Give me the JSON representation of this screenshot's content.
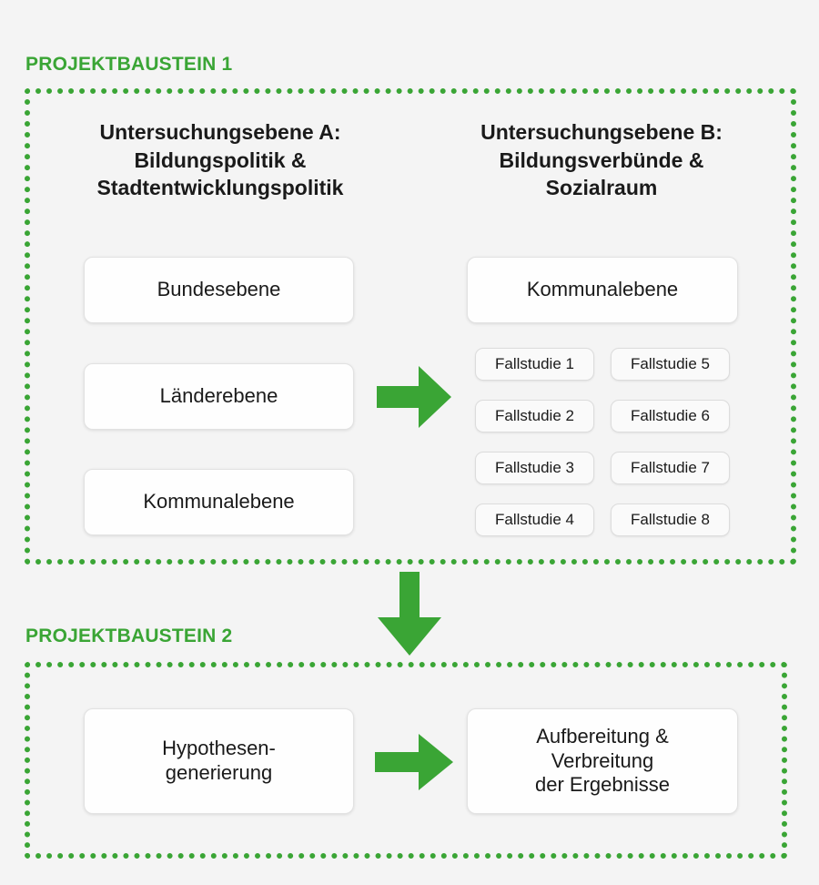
{
  "page": {
    "background_color": "#f4f4f4",
    "accent_color": "#3aa535",
    "card_color": "#fefefe"
  },
  "sections": [
    {
      "id": "projektbaustein-1",
      "title": "PROJEKTBAUSTEIN 1",
      "columns": [
        {
          "id": "untersuchungsebene-a",
          "heading": "Untersuchungsebene A:\nBildungspolitik &\nStadtentwicklungspolitik",
          "heading_lines": [
            "Untersuchungsebene A:",
            "Bildungspolitik &",
            "Stadtentwicklungspolitik"
          ],
          "cards": [
            "Bundesebene",
            "Länderebene",
            "Kommunalebene"
          ]
        },
        {
          "id": "untersuchungsebene-b",
          "heading": "Untersuchungsebene B:\nBildungsverbünde &\nSozialraum",
          "heading_lines": [
            "Untersuchungsebene B:",
            "Bildungsverbünde &",
            "Sozialraum"
          ],
          "cards": [
            "Kommunalebene"
          ],
          "case_studies_column_1": [
            "Fallstudie 1",
            "Fallstudie 2",
            "Fallstudie 3",
            "Fallstudie 4"
          ],
          "case_studies_column_2": [
            "Fallstudie 5",
            "Fallstudie 6",
            "Fallstudie 7",
            "Fallstudie 8"
          ]
        }
      ]
    },
    {
      "id": "projektbaustein-2",
      "title": "PROJEKTBAUSTEIN 2",
      "cards": [
        {
          "id": "hypothesengenerierung",
          "lines": [
            "Hypothesen-",
            "generierung"
          ]
        },
        {
          "id": "aufbereitung-verbreitung",
          "lines": [
            "Aufbereitung &",
            "Verbreitung",
            "der Ergebnisse"
          ]
        }
      ]
    }
  ],
  "headings": {
    "a_line1": "Untersuchungsebene A:",
    "a_line2": "Bildungspolitik &",
    "a_line3": "Stadtentwicklungspolitik",
    "b_line1": "Untersuchungsebene B:",
    "b_line2": "Bildungsverbünde &",
    "b_line3": "Sozialraum"
  },
  "cards": {
    "bundesebene": "Bundesebene",
    "laenderebene": "Länderebene",
    "kommunalebene_a": "Kommunalebene",
    "kommunalebene_b": "Kommunalebene",
    "hypothesen_line1": "Hypothesen-",
    "hypothesen_line2": "generierung",
    "aufbereitung_line1": "Aufbereitung &",
    "aufbereitung_line2": "Verbreitung",
    "aufbereitung_line3": "der Ergebnisse"
  },
  "case_studies": [
    "Fallstudie 1",
    "Fallstudie 2",
    "Fallstudie 3",
    "Fallstudie 4",
    "Fallstudie 5",
    "Fallstudie 6",
    "Fallstudie 7",
    "Fallstudie 8"
  ],
  "arrows": [
    {
      "id": "arrow-a-to-b",
      "direction": "right",
      "color": "#3aa535"
    },
    {
      "id": "arrow-pb1-to-pb2",
      "direction": "down",
      "color": "#3aa535"
    },
    {
      "id": "arrow-hypo-to-aufb",
      "direction": "right",
      "color": "#3aa535"
    }
  ]
}
